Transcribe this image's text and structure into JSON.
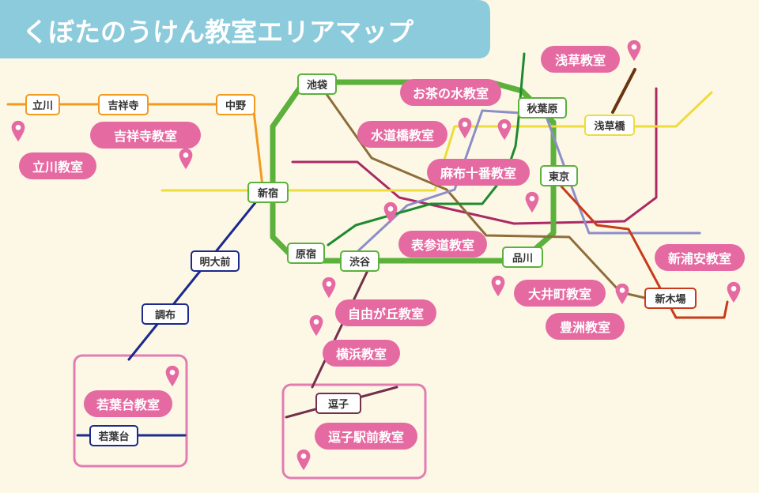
{
  "title": "くぼたのうけん教室エリアマップ",
  "colors": {
    "background": "#fdf8e6",
    "title_bg": "#8ccbdc",
    "pink": "#e56aa2",
    "pink_box": "#e27cb1",
    "yamanote": "#5bb13b",
    "chuo": "#f29a20",
    "keio": "#1b2a8c",
    "sobu": "#eedc3c",
    "marunouchi": "#aa2a65",
    "tokyu": "#72304a",
    "tozai": "#8e6d3c",
    "purple": "#8d8ec8",
    "metro_green": "#1f8a2f",
    "keiyo": "#c83a1a",
    "ginza": "#6b3410"
  },
  "stations": {
    "tachikawa": "立川",
    "kichijoji": "吉祥寺",
    "nakano": "中野",
    "shinjuku": "新宿",
    "ikebukuro": "池袋",
    "akihabara": "秋葉原",
    "asakusabashi": "浅草橋",
    "tokyo": "東京",
    "shinagawa": "品川",
    "shibuya": "渋谷",
    "harajuku": "原宿",
    "meidaimae": "明大前",
    "chofu": "調布",
    "wakabadai": "若葉台",
    "zushi": "逗子",
    "shinkiba": "新木場"
  },
  "schools": {
    "tachikawa": "立川教室",
    "kichijoji": "吉祥寺教室",
    "ochanomizu": "お茶の水教室",
    "suidobashi": "水道橋教室",
    "azabujuban": "麻布十番教室",
    "omotesando": "表参道教室",
    "jiyugaoka": "自由が丘教室",
    "yokohama": "横浜教室",
    "wakabadai": "若葉台教室",
    "zushiekimae": "逗子駅前教室",
    "asakusa": "浅草教室",
    "oimachi": "大井町教室",
    "toyosu": "豊洲教室",
    "shinurayasu": "新浦安教室"
  }
}
